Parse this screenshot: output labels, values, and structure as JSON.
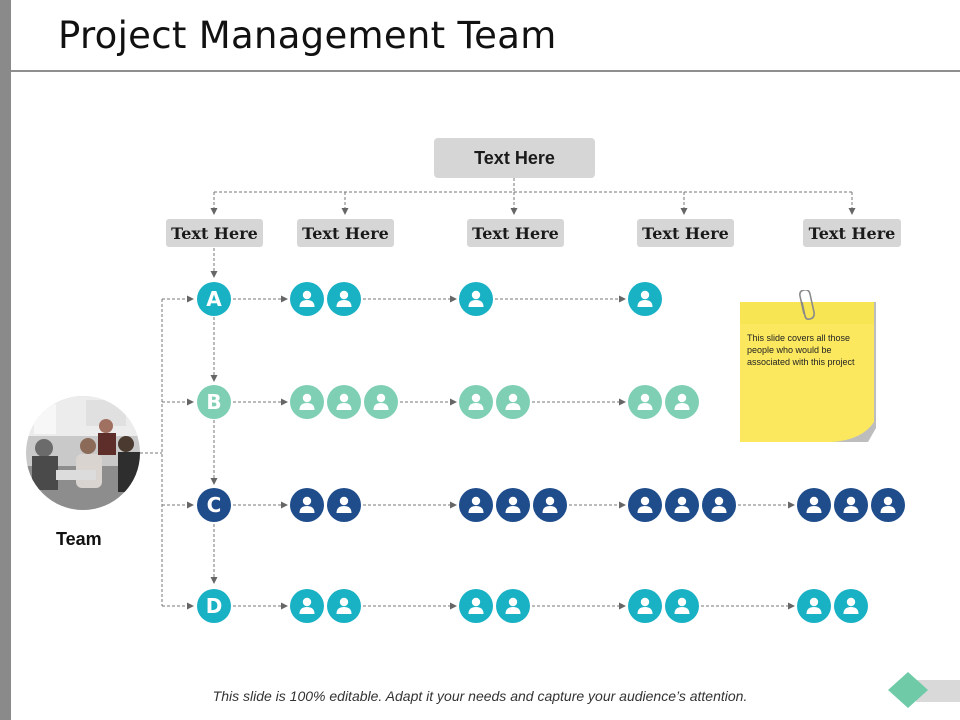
{
  "title": "Project Management Team",
  "top_box": "Text Here",
  "columns": [
    "Text Here",
    "Text Here",
    "Text Here",
    "Text Here",
    "Text Here"
  ],
  "rows": [
    {
      "letter": "A",
      "groups": [
        2,
        1,
        1,
        0
      ]
    },
    {
      "letter": "B",
      "groups": [
        3,
        2,
        2,
        0
      ]
    },
    {
      "letter": "C",
      "groups": [
        2,
        3,
        3,
        3
      ]
    },
    {
      "letter": "D",
      "groups": [
        2,
        2,
        2,
        2
      ]
    }
  ],
  "team_label": "Team",
  "note_text": "This slide covers all those people who would be associated with this project",
  "footer": "This slide is 100% editable. Adapt it your needs and capture your audience’s attention.",
  "colors": {
    "teal": "#19b1c4",
    "mint": "#7fcfb4",
    "navy": "#1f4d8b",
    "note": "#fbe85f",
    "box": "#d6d6d6"
  },
  "row_colors": [
    "teal",
    "mint",
    "navy",
    "teal"
  ],
  "icons": {
    "person": "person-icon",
    "paperclip": "paperclip-icon",
    "corner": "diamond-icon"
  }
}
